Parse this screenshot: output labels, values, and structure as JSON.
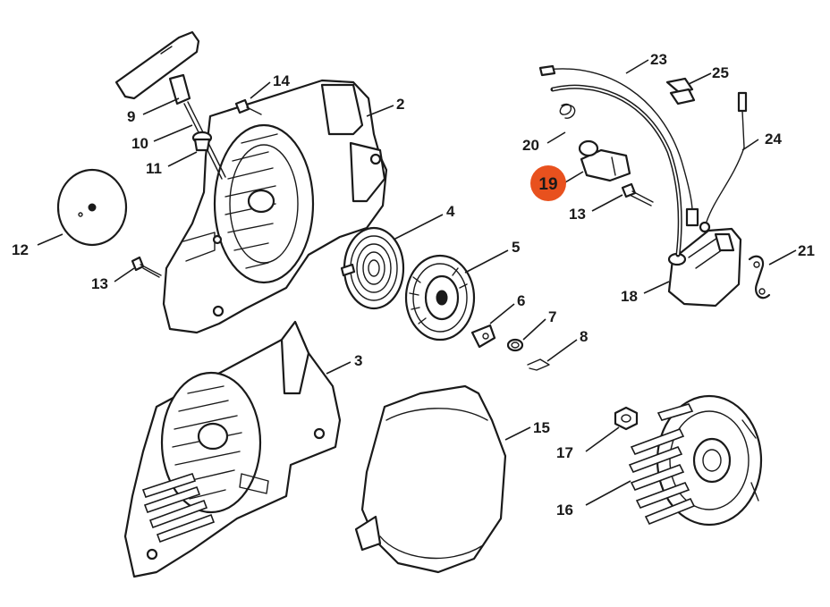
{
  "highlight": {
    "number": "19",
    "color": "#e8511e"
  },
  "callouts": [
    {
      "id": "2",
      "label": "2"
    },
    {
      "id": "3",
      "label": "3"
    },
    {
      "id": "4",
      "label": "4"
    },
    {
      "id": "5",
      "label": "5"
    },
    {
      "id": "6",
      "label": "6"
    },
    {
      "id": "7",
      "label": "7"
    },
    {
      "id": "8",
      "label": "8"
    },
    {
      "id": "9",
      "label": "9"
    },
    {
      "id": "10",
      "label": "10"
    },
    {
      "id": "11",
      "label": "11"
    },
    {
      "id": "12",
      "label": "12"
    },
    {
      "id": "13a",
      "label": "13"
    },
    {
      "id": "13b",
      "label": "13"
    },
    {
      "id": "14",
      "label": "14"
    },
    {
      "id": "15",
      "label": "15"
    },
    {
      "id": "16",
      "label": "16"
    },
    {
      "id": "17",
      "label": "17"
    },
    {
      "id": "18",
      "label": "18"
    },
    {
      "id": "20",
      "label": "20"
    },
    {
      "id": "21",
      "label": "21"
    },
    {
      "id": "23",
      "label": "23"
    },
    {
      "id": "24",
      "label": "24"
    },
    {
      "id": "25",
      "label": "25"
    }
  ]
}
